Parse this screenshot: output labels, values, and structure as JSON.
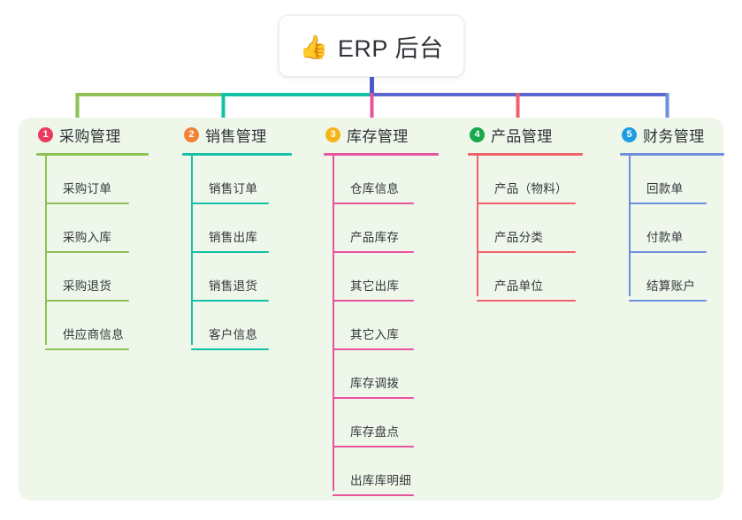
{
  "root": {
    "icon": "thumbs-up-emoji",
    "emoji": "👍",
    "title": "ERP 后台"
  },
  "colors": {
    "panel_background": "#eef7e9",
    "page_background": "#ffffff",
    "title_text": "#2f3338",
    "center_trunk": "#4a5ac4",
    "bus_left": "#8dc152",
    "bus_mid": "#13c2a6",
    "bus_right": "#5a68d0"
  },
  "branches": [
    {
      "number": "1",
      "title": "采购管理",
      "badge_color": "#ec3a5c",
      "line_color": "#8dc152",
      "items": [
        {
          "label": "采购订单"
        },
        {
          "label": "采购入库"
        },
        {
          "label": "采购退货"
        },
        {
          "label": "供应商信息"
        }
      ]
    },
    {
      "number": "2",
      "title": "销售管理",
      "badge_color": "#f08336",
      "line_color": "#13c2a6",
      "items": [
        {
          "label": "销售订单"
        },
        {
          "label": "销售出库"
        },
        {
          "label": "销售退货"
        },
        {
          "label": "客户信息"
        }
      ]
    },
    {
      "number": "3",
      "title": "库存管理",
      "badge_color": "#f5b518",
      "line_color": "#e8539f",
      "items": [
        {
          "label": "仓库信息"
        },
        {
          "label": "产品库存"
        },
        {
          "label": "其它出库"
        },
        {
          "label": "其它入库"
        },
        {
          "label": "库存调拨"
        },
        {
          "label": "库存盘点"
        },
        {
          "label": "出库库明细"
        }
      ]
    },
    {
      "number": "4",
      "title": "产品管理",
      "badge_color": "#17a84b",
      "line_color": "#f2616a",
      "items": [
        {
          "label": "产品（物料）"
        },
        {
          "label": "产品分类"
        },
        {
          "label": "产品单位"
        }
      ]
    },
    {
      "number": "5",
      "title": "财务管理",
      "badge_color": "#1e9de3",
      "line_color": "#6e8edb",
      "items": [
        {
          "label": "回款单"
        },
        {
          "label": "付款单"
        },
        {
          "label": "结算账户"
        }
      ]
    }
  ]
}
